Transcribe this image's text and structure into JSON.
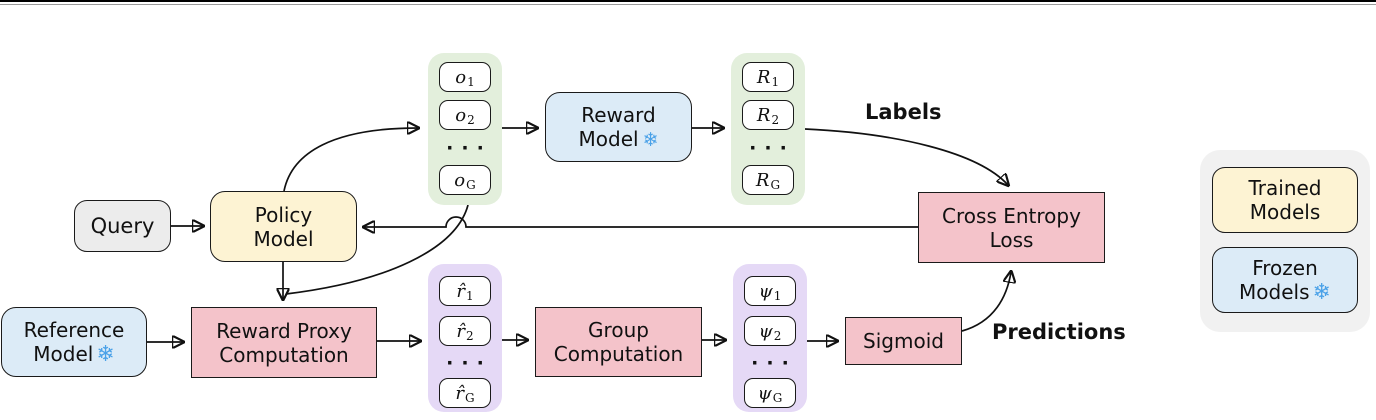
{
  "nodes": {
    "query": {
      "label": "Query"
    },
    "policy_model": {
      "lines": [
        "Policy",
        "Model"
      ]
    },
    "reward_model": {
      "lines": [
        "Reward",
        "Model"
      ],
      "frozen": true
    },
    "reference_model": {
      "lines": [
        "Reference",
        "Model"
      ],
      "frozen": true
    },
    "reward_proxy": {
      "lines": [
        "Reward Proxy",
        "Computation"
      ]
    },
    "group_computation": {
      "lines": [
        "Group",
        "Computation"
      ]
    },
    "sigmoid": {
      "label": "Sigmoid"
    },
    "cross_entropy_loss": {
      "lines": [
        "Cross Entropy",
        "Loss"
      ]
    }
  },
  "stacks": {
    "outputs": {
      "items": [
        {
          "sym": "o",
          "sub": "1"
        },
        {
          "sym": "o",
          "sub": "2"
        },
        {
          "sym": "o",
          "sub": "G"
        }
      ],
      "dots": "···"
    },
    "rewards": {
      "items": [
        {
          "sym": "R",
          "sub": "1"
        },
        {
          "sym": "R",
          "sub": "2"
        },
        {
          "sym": "R",
          "sub": "G"
        }
      ],
      "dots": "···"
    },
    "proxy_rewards": {
      "items": [
        {
          "sym": "r̂",
          "sub": "1"
        },
        {
          "sym": "r̂",
          "sub": "2"
        },
        {
          "sym": "r̂",
          "sub": "G"
        }
      ],
      "dots": "···"
    },
    "psi_values": {
      "items": [
        {
          "sym": "ψ",
          "sub": "1"
        },
        {
          "sym": "ψ",
          "sub": "2"
        },
        {
          "sym": "ψ",
          "sub": "G"
        }
      ],
      "dots": "···"
    }
  },
  "edge_labels": {
    "labels": "Labels",
    "predictions": "Predictions"
  },
  "legend": {
    "trained": {
      "lines": [
        "Trained",
        "Models"
      ]
    },
    "frozen": {
      "lines": [
        "Frozen",
        "Models"
      ]
    }
  },
  "icons": {
    "snowflake": "❄"
  },
  "colors": {
    "trained_fill": "#fdf3d3",
    "frozen_fill": "#dcebf7",
    "computation_fill": "#f4c3ca",
    "outputs_stack_fill": "#e3efdc",
    "proxy_stack_fill": "#e5d9f6",
    "query_fill": "#ececec",
    "legend_fill": "#f1f1f1",
    "snowflake": "#4aa1e8"
  }
}
